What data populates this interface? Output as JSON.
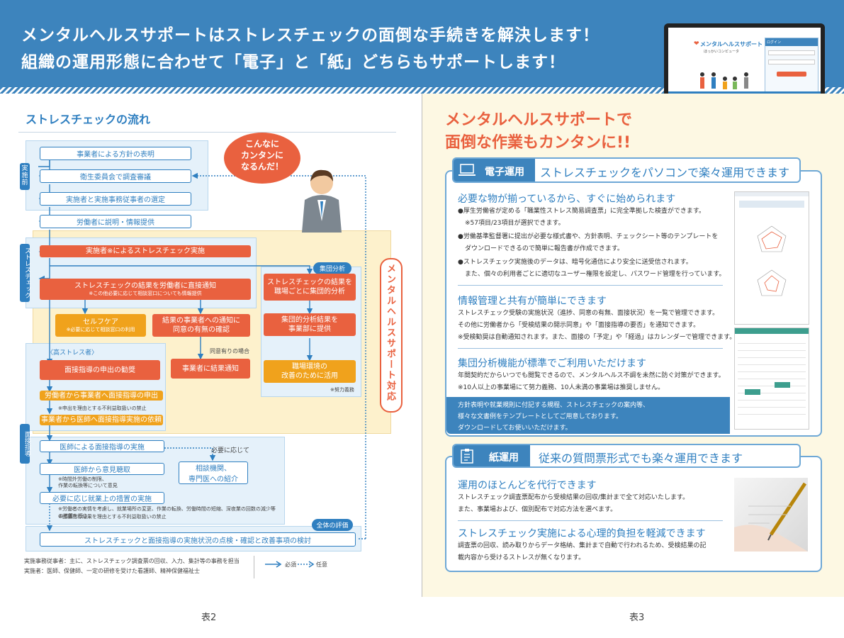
{
  "banner": {
    "line1": "メンタルヘルスサポートはストレスチェックの面倒な手続きを解決します！",
    "line2": "組織の運用形態に合わせて「電子」と「紙」どちらもサポートします！"
  },
  "flow": {
    "title": "ストレスチェックの流れ",
    "speech": "こんなに\nカンタンに\nなるんだ！",
    "side_tabs": {
      "pre": "実施前",
      "sc": "ストレスチェック",
      "interview": "面接指導"
    },
    "steps": {
      "s1": "事業者による方針の表明",
      "s2": "衛生委員会で調査審議",
      "s3": "実施者と実施事務従事者の選定",
      "s4": "労働者に説明・情報提供",
      "s5": "実施者※によるストレスチェック実施",
      "s6": "ストレスチェックの結果を労働者に直接通知",
      "s6_note": "※この他必要に応じて相談窓口についても情報提供",
      "selfcare": "セルフケア",
      "selfcare_note": "※必要に応じて相談窓口の利用",
      "consent": "結果の事業者への通知に\n同意の有無の確認",
      "consent_case": "同意有りの場合",
      "notify": "事業者に結果通知",
      "high_stress": "〈高ストレス者〉",
      "recommend": "面接指導の申出の勧奨",
      "request": "労働者から事業者へ面接指導の申出",
      "request_note": "※申出を理由とする不利益取扱いの禁止",
      "request_doc": "事業者から医師へ面接指導実施の依頼",
      "doctor": "医師による面接指導の実施",
      "as_needed": "必要に応じて",
      "consult": "相談機関、\n専門医への紹介",
      "opinion": "医師から意見聴取",
      "opinion_note": "※時間外労働の制限、\n作業の転換等について意見",
      "measures": "必要に応じ就業上の措置の実施",
      "measures_note1": "※労働者の実情を考慮し、就業場所の変更、作業の転換、労働時間の短縮、深夜業の回数の減少等の措置を行う",
      "measures_note2": "※面接指導結果を理由とする不利益取扱いの禁止",
      "group_tag": "集団分析",
      "g1": "ストレスチェックの結果を\n職場ごとに集団的分析",
      "g2": "集団的分析結果を\n事業部に提供",
      "g3": "職場環境の\n改善のために活用",
      "effort": "※努力義務",
      "overall_tag": "全体の評価",
      "final": "ストレスチェックと面接指導の実施状況の点検・確認と改善事項の検討",
      "vertical": "メンタルヘルスサポート対応"
    },
    "legend": {
      "note1": "実施事務従事者：主に、ストレスチェック調査票の回収、入力、集計等の事務を担当",
      "note2": "実施者：医師、保健師、一定の研修を受けた看護師、精神保健福祉士",
      "required": "必須",
      "optional": "任意"
    }
  },
  "right": {
    "headline1": "メンタルヘルスサポートで",
    "headline2": "面倒な作業もカンタンに!!",
    "monitor": {
      "brand": "メンタルヘルスサポート",
      "sub": "ほっかいコンピュータ",
      "login": "ログイン"
    },
    "electronic": {
      "label": "電子運用",
      "title": "ストレスチェックをパソコンで楽々運用できます",
      "h1": "必要な物が揃っているから、すぐに始められます",
      "p1a": "●厚生労働省が定める「職業性ストレス簡易調査票」に完全準拠した検査ができます。",
      "p1b": "※57項目/23項目が選択できます。",
      "p1c": "●労働基準監督署に提出が必要な様式書や、方針表明、チェックシート等のテンプレートを",
      "p1d": "ダウンロードできるので簡単に報告書が作成できます。",
      "p1e": "●ストレスチェック実施後のデータは、暗号化通信により安全に送受信されます。",
      "p1f": "また、個々の利用者ごとに適切なユーザー権限を設定し、パスワード管理を行っています。",
      "h2": "情報管理と共有が簡単にできます",
      "p2a": "ストレスチェック受験の実施状況（進捗、同意の有無、面接状況）を一覧で管理できます。",
      "p2b": "その他に労働者から「受検結果の開示同意」や「面接指導の要否」を通知できます。",
      "p2c": "※受検勧奨は自動通知されます。また、面接の「予定」や「経過」はカレンダーで管理できます。",
      "h3": "集団分析機能が標準でご利用いただけます",
      "p3a": "年間契約だからいつでも閲覧できるので、メンタルヘルス不調を未然に防ぐ対策ができます。",
      "p3b": "※10人以上の事業場にて努力義務、10人未満の事業場は推奨しません。",
      "band1": "方針表明や就業規則に付記する規程、ストレスチェックの案内等、",
      "band2": "様々な文書例をテンプレートとしてご用意しております。",
      "band3": "ダウンロードしてお使いいただけます。"
    },
    "paper": {
      "label": "紙運用",
      "title": "従来の質問票形式でも楽々運用できます",
      "h1": "運用のほとんどを代行できます",
      "p1a": "ストレスチェック調査票配布から受検結果の回収/集計まで全て対応いたします。",
      "p1b": "また、事業場および、個別配布で対応方法を選べます。",
      "h2": "ストレスチェック実施による心理的負担を軽減できます",
      "p2a": "調査票の回収、読み取りからデータ格納、集計まで自動で行われるため、受検結果の記",
      "p2b": "載内容から受けるストレスが無くなります。"
    }
  },
  "footer": {
    "left": "表2",
    "right": "表3"
  },
  "colors": {
    "blue": "#3d84bd",
    "red": "#e9613f",
    "orange": "#f0a21c"
  }
}
